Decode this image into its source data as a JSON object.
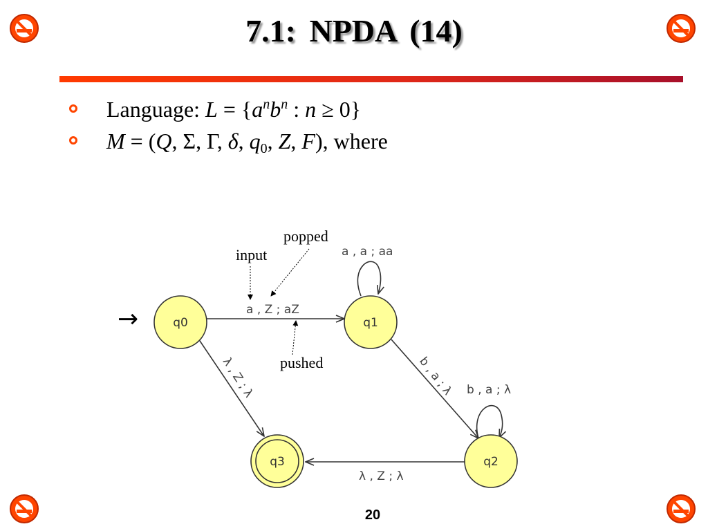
{
  "slide": {
    "title": "7.1:  NPDA (14)",
    "page_number": "20"
  },
  "bullets": [
    {
      "prefix": "Language: ",
      "math": {
        "L": "L",
        "eq": " = {",
        "a": "a",
        "n1": "n",
        "b": "b",
        "n2": "n",
        "colon": " : ",
        "n3": "n",
        "cond": " ≥ 0}"
      }
    },
    {
      "M": "M",
      "eq": " = (",
      "Q": "Q",
      "c1": ", Σ, Γ, ",
      "delta": "δ",
      "c2": ", ",
      "q": "q",
      "sub0": "0",
      "c3": ", ",
      "Z": "Z",
      "c4": ", ",
      "F": "F",
      "end": "), where"
    }
  ],
  "diagram": {
    "states": [
      "q0",
      "q1",
      "q2",
      "q3"
    ],
    "start_arrow": "→",
    "transitions": {
      "q0_q1": "a , Z ; aZ",
      "q1_loop": "a , a ; aa",
      "q1_q2": "b , a ; λ",
      "q2_loop": "b , a ; λ",
      "q2_q3": "λ , Z ; λ",
      "q0_q3": "λ , Z ; λ"
    },
    "annotations": {
      "input": "input",
      "popped": "popped",
      "pushed": "pushed"
    }
  },
  "icons": [
    "no-smoking-icon",
    "no-smoking-icon",
    "no-smoking-icon",
    "no-smoking-icon"
  ],
  "colors": {
    "accent": "#ff4500",
    "rule_start": "#ff3a00",
    "rule_end": "#a8102a",
    "state_fill": "#ffff99"
  }
}
